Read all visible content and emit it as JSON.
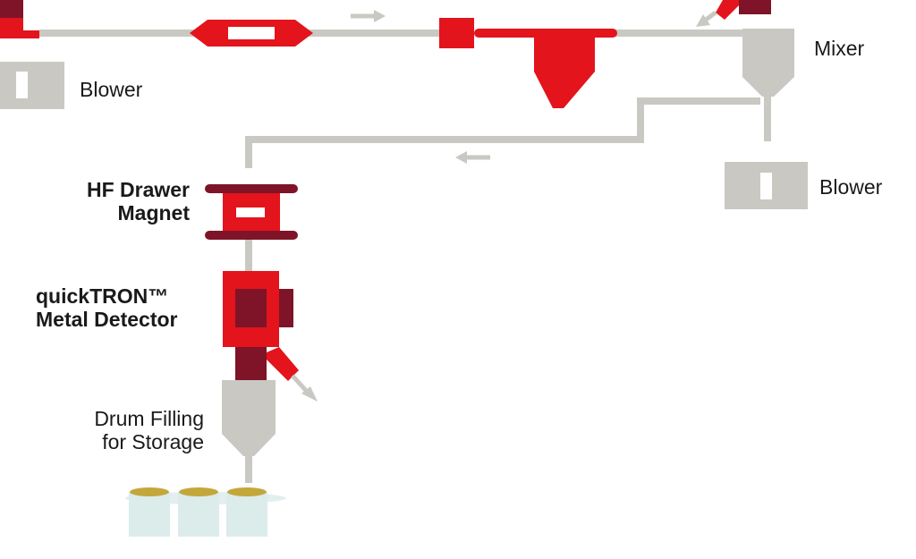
{
  "labels": {
    "blower_left": "Blower",
    "mixer": "Mixer",
    "blower_right": "Blower",
    "hf_drawer_magnet": [
      "HF Drawer",
      "Magnet"
    ],
    "metal_detector": [
      "quickTRON™",
      "Metal Detector"
    ],
    "drum_filling": [
      "Drum Filling",
      "for Storage"
    ]
  },
  "colors": {
    "pipe": "#c9c8c2",
    "red": "#e3141c",
    "dark_red": "#7f1428",
    "drum": "#dbeceb",
    "drum_lid": "#c3a73a",
    "text": "#1a1a1a"
  },
  "icons": {
    "flow_arrows": "arrow-icon",
    "reject_arrow": "arrow-icon"
  }
}
